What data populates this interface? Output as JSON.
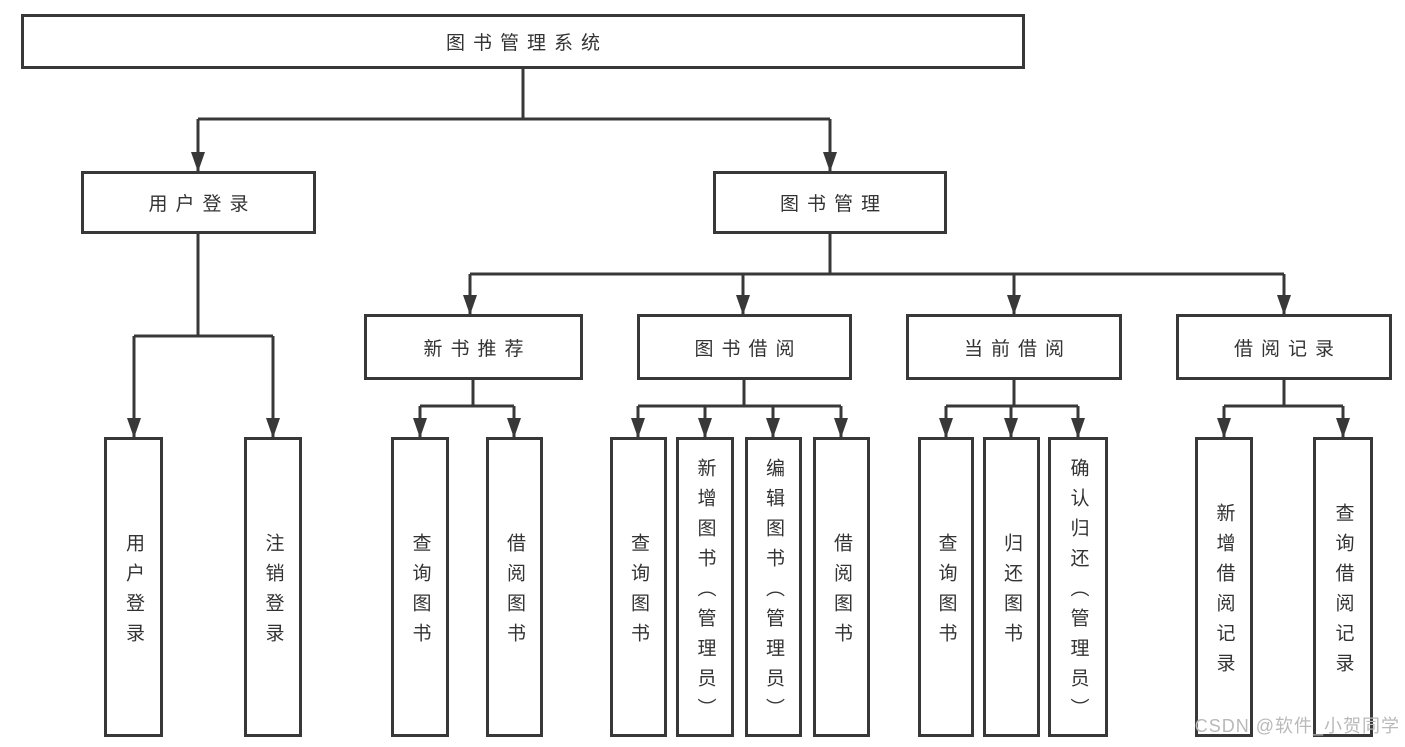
{
  "colors": {
    "line": "#383838",
    "text": "#333333",
    "watermark": "#b9b9b9"
  },
  "watermark": "CSDN @软件_小贺同学",
  "tree": {
    "label": "图书管理系统",
    "children": [
      {
        "label": "用户登录",
        "children": [
          {
            "label": "用户登录"
          },
          {
            "label": "注销登录"
          }
        ]
      },
      {
        "label": "图书管理",
        "children": [
          {
            "label": "新书推荐",
            "children": [
              {
                "label": "查询图书"
              },
              {
                "label": "借阅图书"
              }
            ]
          },
          {
            "label": "图书借阅",
            "children": [
              {
                "label": "查询图书"
              },
              {
                "label": "新增图书（管理员）"
              },
              {
                "label": "编辑图书（管理员）"
              },
              {
                "label": "借阅图书"
              }
            ]
          },
          {
            "label": "当前借阅",
            "children": [
              {
                "label": "查询图书"
              },
              {
                "label": "归还图书"
              },
              {
                "label": "确认归还（管理员）"
              }
            ]
          },
          {
            "label": "借阅记录",
            "children": [
              {
                "label": "新增借阅记录"
              },
              {
                "label": "查询借阅记录"
              }
            ]
          }
        ]
      }
    ]
  }
}
